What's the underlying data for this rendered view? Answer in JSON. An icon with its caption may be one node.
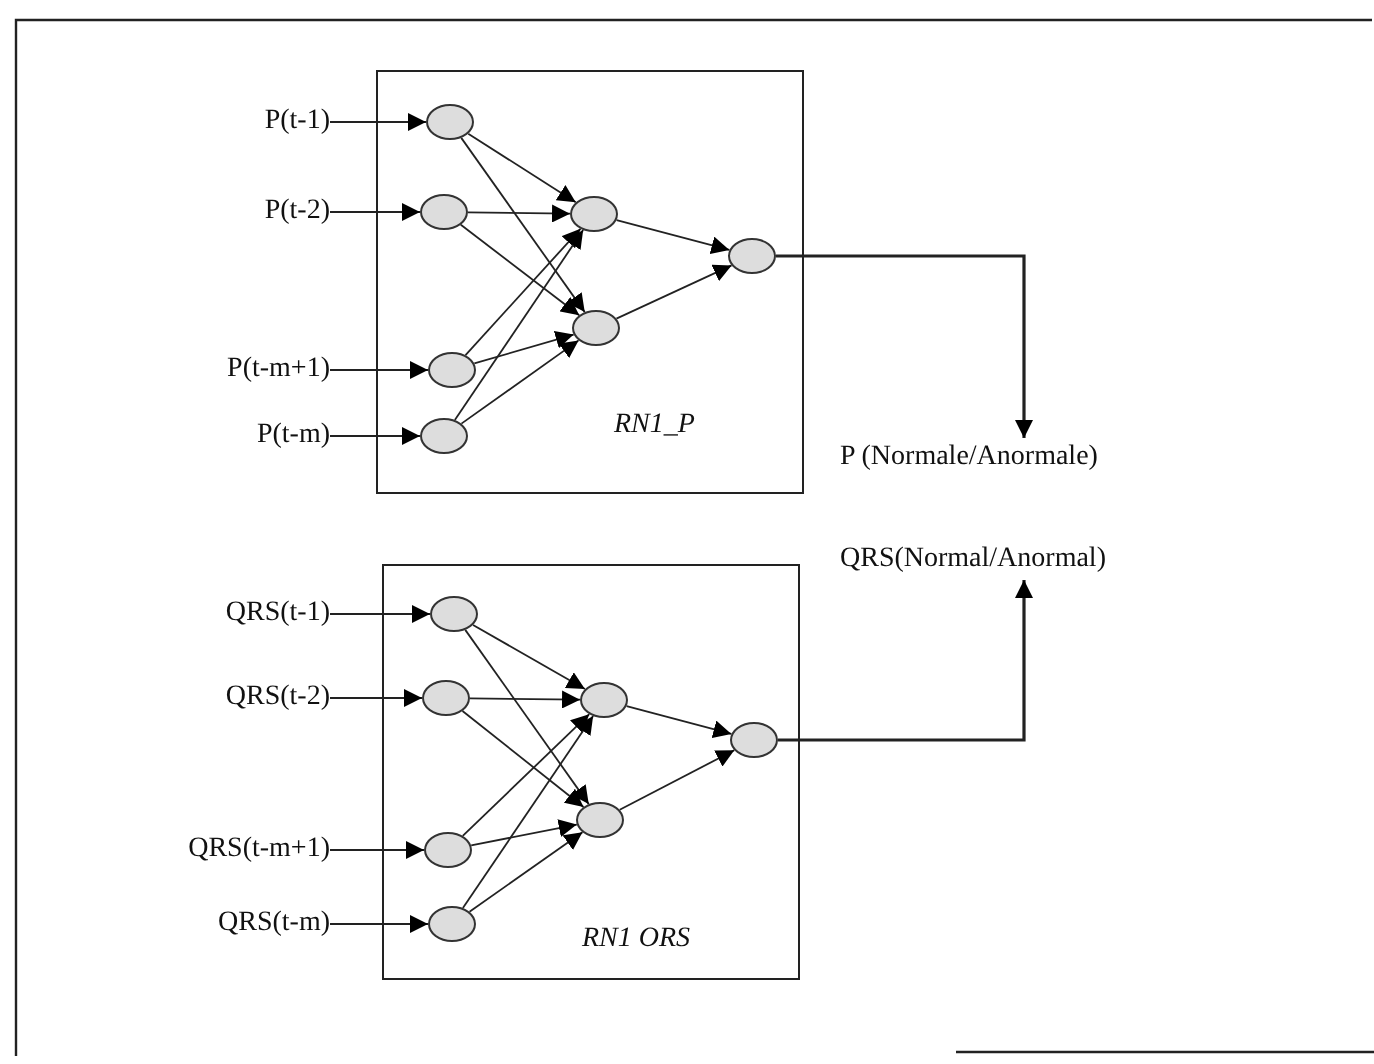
{
  "diagram": {
    "nodes": [
      {
        "text": [
          "RN1_P"
        ]
      },
      {
        "text": [
          "P(t-1)"
        ]
      },
      {
        "text": [
          "P(t-2)"
        ]
      },
      {
        "text": [
          "P(t-m+1)"
        ]
      },
      {
        "text": [
          "P(t-m)"
        ]
      },
      {
        "text": [],
        "shape": "circle",
        "in": 0
      },
      {
        "text": [],
        "shape": "circle",
        "in": 0
      },
      {
        "text": [],
        "shape": "circle",
        "in": 0
      },
      {
        "text": [],
        "shape": "circle",
        "in": 0
      },
      {
        "text": [],
        "shape": "circle",
        "in": 0
      },
      {
        "text": [],
        "shape": "circle",
        "in": 0
      },
      {
        "text": [],
        "shape": "circle",
        "in": 0
      },
      {
        "text": [
          "P (Normale/Anormale)"
        ]
      },
      {
        "text": [
          "RN1 ORS"
        ]
      },
      {
        "text": [
          "QRS(t-1)"
        ]
      },
      {
        "text": [
          "QRS(t-2)"
        ]
      },
      {
        "text": [
          "QRS(t-m+1)"
        ]
      },
      {
        "text": [
          "QRS(t-m)"
        ]
      },
      {
        "text": [],
        "shape": "circle",
        "in": 13
      },
      {
        "text": [],
        "shape": "circle",
        "in": 13
      },
      {
        "text": [],
        "shape": "circle",
        "in": 13
      },
      {
        "text": [],
        "shape": "circle",
        "in": 13
      },
      {
        "text": [],
        "shape": "circle",
        "in": 13
      },
      {
        "text": [],
        "shape": "circle",
        "in": 13
      },
      {
        "text": [],
        "shape": "circle",
        "in": 13
      },
      {
        "text": [
          "QRS(Normal/Anormal)"
        ]
      }
    ],
    "edges": [
      {
        "from": 1,
        "to": 5,
        "arrow": "to"
      },
      {
        "from": 2,
        "to": 6,
        "arrow": "to"
      },
      {
        "from": 3,
        "to": 7,
        "arrow": "to"
      },
      {
        "from": 4,
        "to": 8,
        "arrow": "to"
      },
      {
        "from": 5,
        "to": 9,
        "arrow": "to"
      },
      {
        "from": 5,
        "to": 10,
        "arrow": "to"
      },
      {
        "from": 6,
        "to": 9,
        "arrow": "to"
      },
      {
        "from": 6,
        "to": 10,
        "arrow": "to"
      },
      {
        "from": 7,
        "to": 9,
        "arrow": "to"
      },
      {
        "from": 7,
        "to": 10,
        "arrow": "to"
      },
      {
        "from": 8,
        "to": 9,
        "arrow": "to"
      },
      {
        "from": 8,
        "to": 10,
        "arrow": "to"
      },
      {
        "from": 9,
        "to": 11,
        "arrow": "to"
      },
      {
        "from": 10,
        "to": 11,
        "arrow": "to"
      },
      {
        "from": 11,
        "to": 12,
        "arrow": "to"
      },
      {
        "from": 14,
        "to": 18,
        "arrow": "to"
      },
      {
        "from": 15,
        "to": 19,
        "arrow": "to"
      },
      {
        "from": 16,
        "to": 20,
        "arrow": "to"
      },
      {
        "from": 17,
        "to": 21,
        "arrow": "to"
      },
      {
        "from": 18,
        "to": 22,
        "arrow": "to"
      },
      {
        "from": 18,
        "to": 23,
        "arrow": "to"
      },
      {
        "from": 19,
        "to": 22,
        "arrow": "to"
      },
      {
        "from": 19,
        "to": 23,
        "arrow": "to"
      },
      {
        "from": 20,
        "to": 22,
        "arrow": "to"
      },
      {
        "from": 20,
        "to": 23,
        "arrow": "to"
      },
      {
        "from": 21,
        "to": 22,
        "arrow": "to"
      },
      {
        "from": 21,
        "to": 23,
        "arrow": "to"
      },
      {
        "from": 22,
        "to": 24,
        "arrow": "to"
      },
      {
        "from": 23,
        "to": 24,
        "arrow": "to"
      },
      {
        "from": 24,
        "to": 25,
        "arrow": "to"
      }
    ]
  }
}
